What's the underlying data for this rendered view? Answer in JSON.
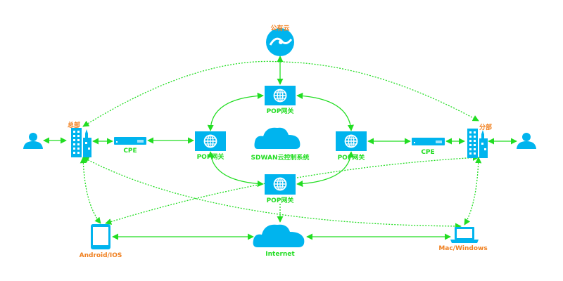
{
  "colors": {
    "icon": "#00b4ee",
    "link": "#22dd22",
    "site_label": "#f08020"
  },
  "nodes": {
    "public_cloud": {
      "label": "公有云",
      "icon": "public-cloud-icon"
    },
    "pop_top": {
      "label": "POP网关",
      "icon": "globe-icon"
    },
    "pop_left": {
      "label": "POP网关",
      "icon": "globe-icon"
    },
    "pop_right": {
      "label": "POP网关",
      "icon": "globe-icon"
    },
    "pop_bottom": {
      "label": "POP网关",
      "icon": "globe-icon"
    },
    "controller": {
      "label": "SDWAN云控制系统",
      "icon": "cloud-icon"
    },
    "cpe_left": {
      "label": "CPE",
      "icon": "router-icon"
    },
    "cpe_right": {
      "label": "CPE",
      "icon": "router-icon"
    },
    "hq": {
      "label": "总部",
      "icon": "building-icon"
    },
    "branch": {
      "label": "分部",
      "icon": "building-icon"
    },
    "user_left": {
      "icon": "user-icon"
    },
    "user_right": {
      "icon": "user-icon"
    },
    "mobile": {
      "label": "Android/IOS",
      "icon": "phone-icon"
    },
    "internet": {
      "label": "Internet",
      "icon": "cloud-icon"
    },
    "laptop": {
      "label": "Mac/Windows",
      "icon": "laptop-icon"
    }
  }
}
